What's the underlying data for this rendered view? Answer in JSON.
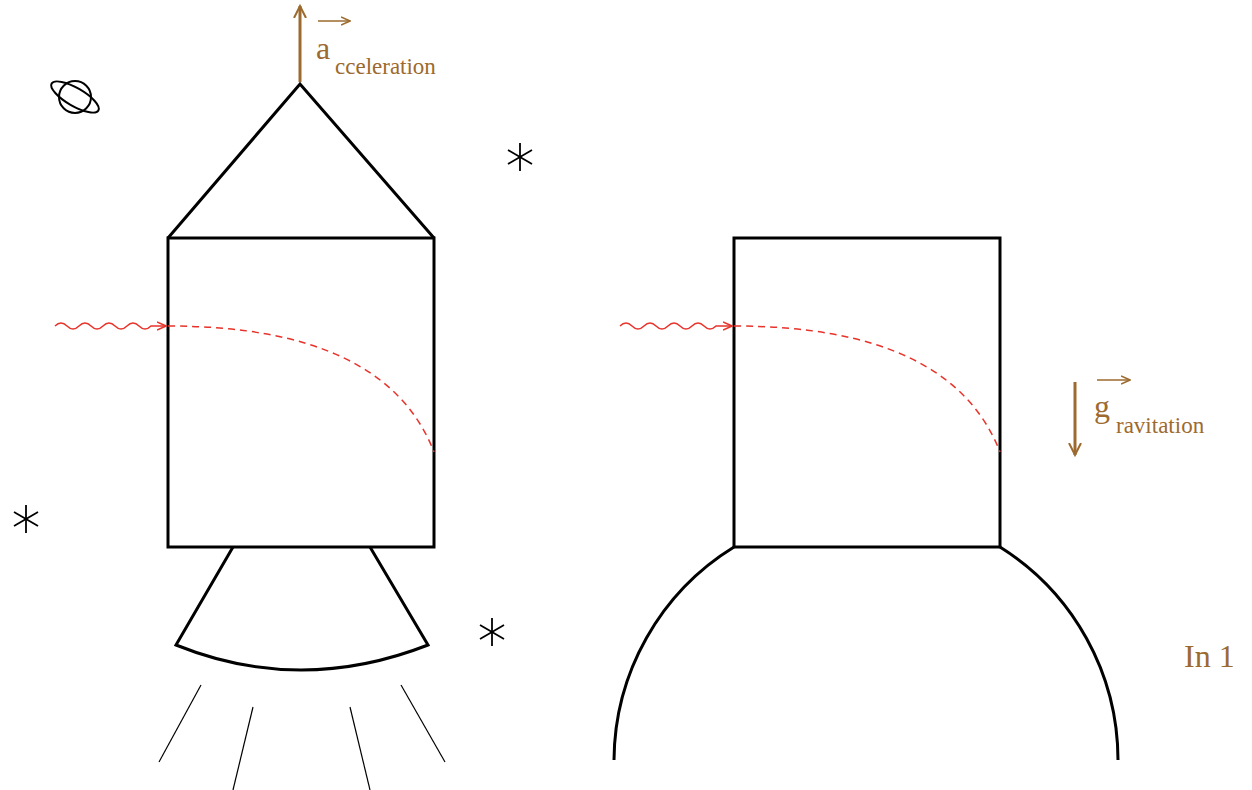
{
  "diagram": {
    "labels": [
      "a",
      "cceleration",
      "g",
      "ravitation",
      "In 1"
    ]
  }
}
